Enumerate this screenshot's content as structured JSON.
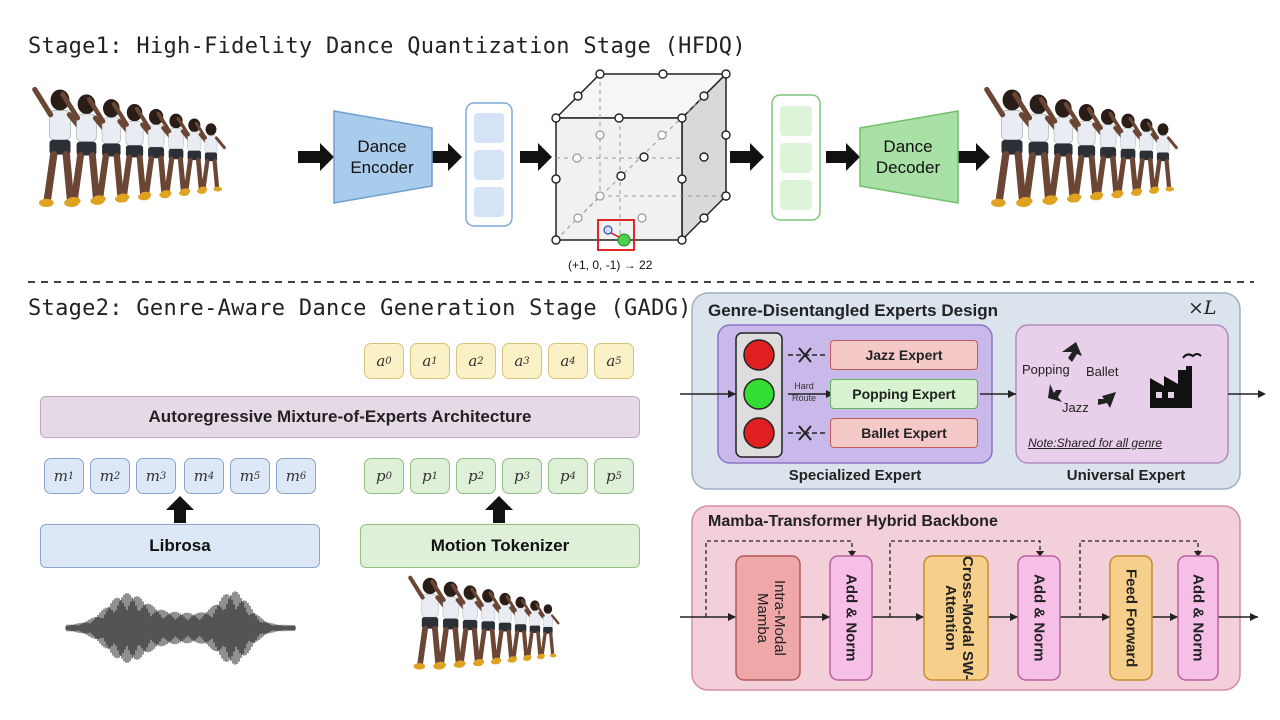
{
  "stage1": {
    "title": "Stage1: High-Fidelity Dance Quantization Stage (HFDQ)",
    "encoder_label": "Dance\nEncoder",
    "decoder_label": "Dance\nDecoder",
    "quant_caption": "(+1, 0, -1) → 22"
  },
  "stage2": {
    "title": "Stage2: Genre-Aware Dance Generation Stage (GADG)",
    "ar_moe_label": "Autoregressive Mixture-of-Experts Architecture",
    "librosa_label": "Librosa",
    "motion_tokenizer_label": "Motion Tokenizer",
    "a_tokens": [
      "a0",
      "a1",
      "a2",
      "a3",
      "a4",
      "a5"
    ],
    "m_tokens": [
      "m1",
      "m2",
      "m3",
      "m4",
      "m5",
      "m6"
    ],
    "p_tokens": [
      "p0",
      "p1",
      "p2",
      "p3",
      "p4",
      "p5"
    ]
  },
  "experts": {
    "title": "Genre-Disentangled Experts Design",
    "repeat_label": "×L",
    "hard_route_label": "Hard\nRoute",
    "jazz_expert": "Jazz Expert",
    "popping_expert": "Popping Expert",
    "ballet_expert": "Ballet Expert",
    "specialized_caption": "Specialized Expert",
    "universal_caption": "Universal Expert",
    "genre_popping": "Popping",
    "genre_ballet": "Ballet",
    "genre_jazz": "Jazz",
    "shared_note": "Note:Shared for all genre"
  },
  "backbone": {
    "title": "Mamba-Transformer Hybrid Backbone",
    "intra_mamba": "Intra-Modal Mamba",
    "add_norm": "Add & Norm",
    "cross_attention": "Cross-Modal SW-Attention",
    "feed_forward": "Feed Forward"
  },
  "colors": {
    "encoder_blue": "#a9cbec",
    "decoder_green": "#a9e0a6",
    "experts_panel": "#dbe3ec",
    "specialized_panel": "#c9b9ea",
    "universal_panel": "#e8d0ea",
    "backbone_panel": "#f2cfd9",
    "expert_red": "#f6c9c9",
    "expert_green": "#d8f3cf",
    "light_red": "#e02020",
    "light_green": "#33dd33"
  }
}
